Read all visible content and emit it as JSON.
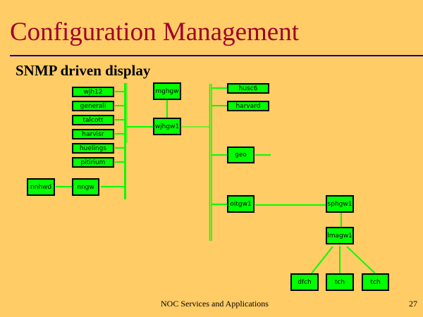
{
  "slide": {
    "title": "Configuration Management",
    "subtitle": "SNMP driven display",
    "footer": "NOC Services and Applications",
    "page_number": "27"
  },
  "colors": {
    "background": "#ffcc66",
    "title": "#a0002a",
    "rule": "#000099",
    "node": "#00ff00",
    "wire": "#00ff00"
  },
  "nodes": {
    "wjh12": "wjh12",
    "generali": "generali",
    "talcott": "talcott",
    "harvisr": "harvisr",
    "huelings": "huelings",
    "pitirium": "pitirium",
    "nnhwd": "nnhwd",
    "nngw": "nngw",
    "mghgw": "mghgw",
    "wjhgw1": "wjhgw1",
    "husc6": "husc6",
    "harvard": "harvard",
    "geo": "geo",
    "oitgw1": "oitgw1",
    "sphgw1": "sphgw1",
    "lmagw1": "lmagw1",
    "dfch": "dfch",
    "tch1": "tch",
    "tch2": "tch"
  }
}
